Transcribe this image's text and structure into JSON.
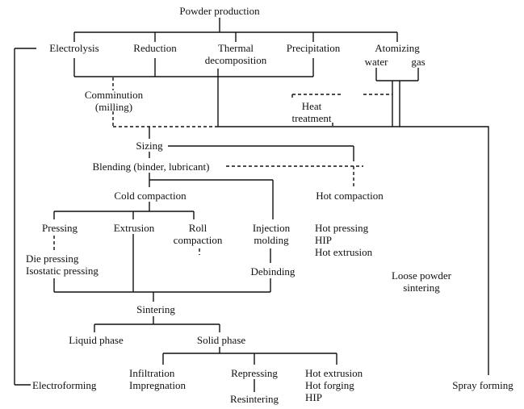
{
  "diagram": {
    "root": "Powder production",
    "methods": {
      "electrolysis": "Electrolysis",
      "reduction": "Reduction",
      "thermal": "Thermal\ndecomposition",
      "precipitation": "Precipitation",
      "atomizing": "Atomizing",
      "water": "water",
      "gas": "gas"
    },
    "comminution": "Comminution\n(milling)",
    "heat_treatment": "Heat\ntreatment",
    "sizing": "Sizing",
    "blending": "Blending (binder, lubricant)",
    "cold_compaction": "Cold compaction",
    "hot_compaction": "Hot compaction",
    "pressing": "Pressing",
    "extrusion": "Extrusion",
    "roll_compaction": "Roll\ncompaction",
    "injection_molding": "Injection\nmolding",
    "die_isostatic": "Die pressing\nIsostatic pressing",
    "debinding": "Debinding",
    "hot_methods": "Hot pressing\nHIP\nHot extrusion",
    "loose_powder": "Loose powder\nsintering",
    "sintering": "Sintering",
    "liquid_phase": "Liquid phase",
    "solid_phase": "Solid phase",
    "infiltration": "Infiltration\nImpregnation",
    "repressing": "Repressing",
    "resintering": "Resintering",
    "hot_post": "Hot extrusion\nHot forging\nHIP",
    "electroforming": "Electroforming",
    "spray_forming": "Spray forming"
  }
}
